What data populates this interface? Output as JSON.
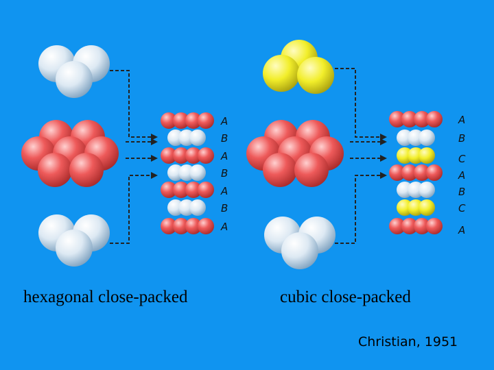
{
  "hcp": {
    "caption": "hexagonal close-packed",
    "stack_letters": [
      "A",
      "B",
      "A",
      "B",
      "A",
      "B",
      "A"
    ]
  },
  "ccp": {
    "caption": "cubic close-packed",
    "stack_letters": [
      "A",
      "B",
      "C",
      "A",
      "B",
      "C",
      "A"
    ]
  },
  "credit": "Christian, 1951",
  "colors": {
    "background": "#1094f0",
    "layer_A": "#e84848",
    "layer_B": "#d6e6f2",
    "layer_C": "#f0ec1e",
    "connector": "#222222"
  }
}
